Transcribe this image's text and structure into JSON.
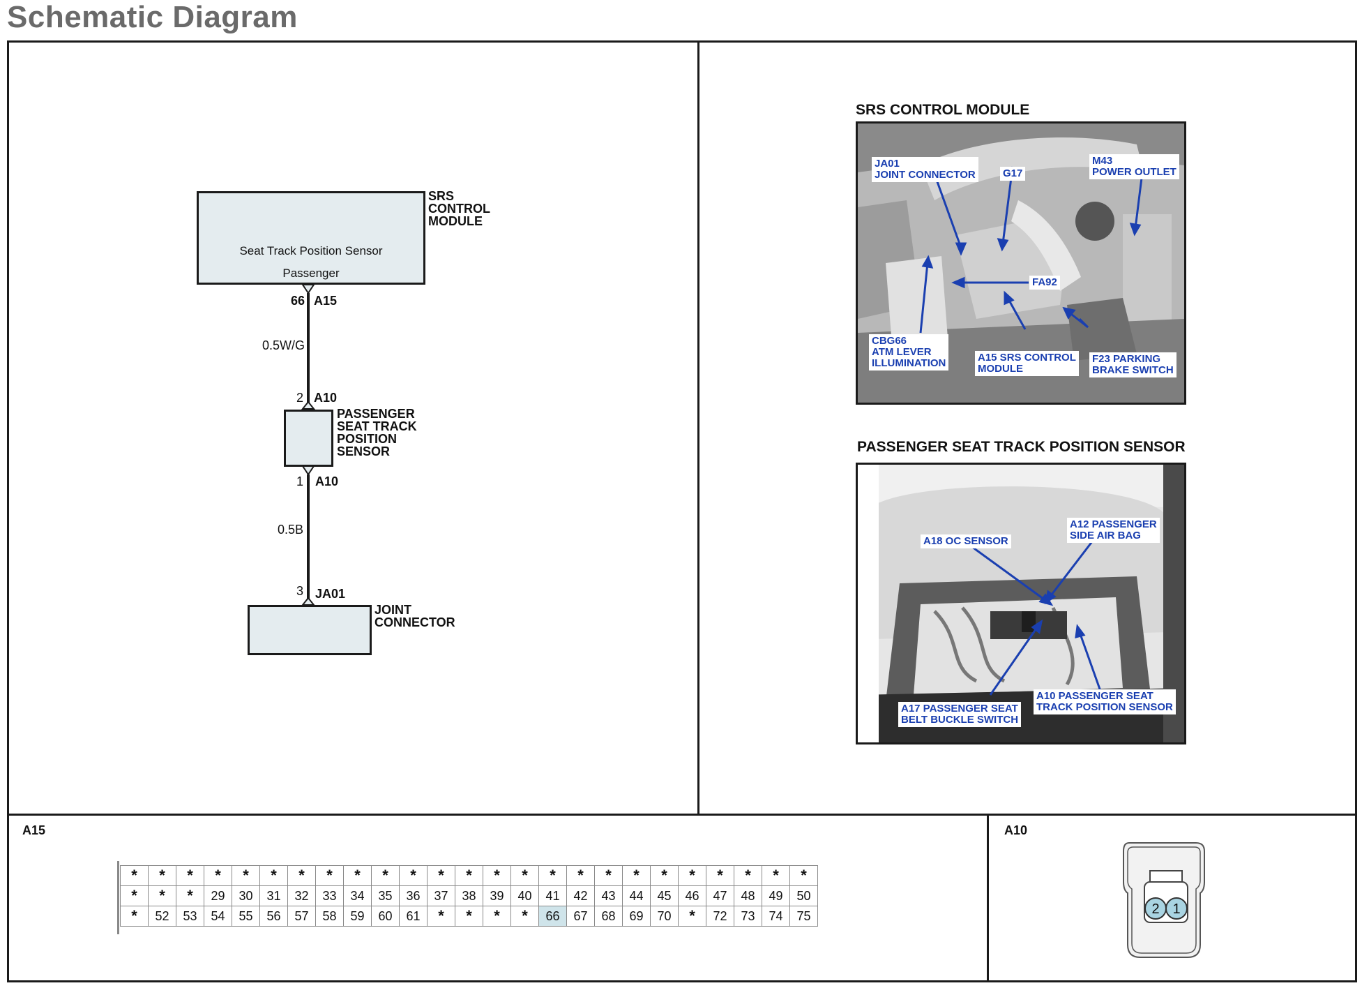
{
  "page_title": "Schematic Diagram",
  "schematic": {
    "srs_box_label": [
      "SRS",
      "CONTROL",
      "MODULE"
    ],
    "srs_box_inner": [
      "Seat Track Position Sensor",
      "Passenger"
    ],
    "pin_66": "66",
    "conn_a15": "A15",
    "wire1": "0.5W/G",
    "pin_2": "2",
    "conn_a10_top": "A10",
    "sensor_label": [
      "PASSENGER",
      "SEAT TRACK",
      "POSITION",
      "SENSOR"
    ],
    "pin_1": "1",
    "conn_a10_bottom": "A10",
    "wire2": "0.5B",
    "pin_3": "3",
    "conn_ja01": "JA01",
    "joint_label": [
      "JOINT",
      "CONNECTOR"
    ]
  },
  "photos": {
    "srs": {
      "title": "SRS CONTROL MODULE",
      "callouts": {
        "ja01": [
          "JA01",
          "JOINT CONNECTOR"
        ],
        "g17": [
          "G17"
        ],
        "m43": [
          "M43",
          "POWER OUTLET"
        ],
        "fa92": [
          "FA92"
        ],
        "cbg66": [
          "CBG66",
          "ATM LEVER",
          "ILLUMINATION"
        ],
        "a15": [
          "A15 SRS CONTROL",
          "MODULE"
        ],
        "f23": [
          "F23 PARKING",
          "BRAKE SWITCH"
        ]
      }
    },
    "seat": {
      "title": "PASSENGER SEAT TRACK POSITION SENSOR",
      "callouts": {
        "a18": [
          "A18 OC SENSOR"
        ],
        "a12": [
          "A12 PASSENGER",
          "SIDE AIR BAG"
        ],
        "a17": [
          "A17 PASSENGER SEAT",
          "BELT BUCKLE SWITCH"
        ],
        "a10": [
          "A10 PASSENGER SEAT",
          "TRACK POSITION SENSOR"
        ]
      }
    }
  },
  "connectors": {
    "a15_label": "A15",
    "a10_label": "A10",
    "a15_rows": [
      [
        "*",
        "*",
        "*",
        "*",
        "*",
        "*",
        "*",
        "*",
        "*",
        "*",
        "*",
        "*",
        "*",
        "*",
        "*",
        "*",
        "*",
        "*",
        "*",
        "*",
        "*",
        "*",
        "*",
        "*",
        "*"
      ],
      [
        "*",
        "*",
        "*",
        "29",
        "30",
        "31",
        "32",
        "33",
        "34",
        "35",
        "36",
        "37",
        "38",
        "39",
        "40",
        "41",
        "42",
        "43",
        "44",
        "45",
        "46",
        "47",
        "48",
        "49",
        "50"
      ],
      [
        "*",
        "52",
        "53",
        "54",
        "55",
        "56",
        "57",
        "58",
        "59",
        "60",
        "61",
        "*",
        "*",
        "*",
        "*",
        "66",
        "67",
        "68",
        "69",
        "70",
        "*",
        "72",
        "73",
        "74",
        "75"
      ]
    ],
    "a15_highlight": "66",
    "a10_pins": [
      "2",
      "1"
    ]
  }
}
